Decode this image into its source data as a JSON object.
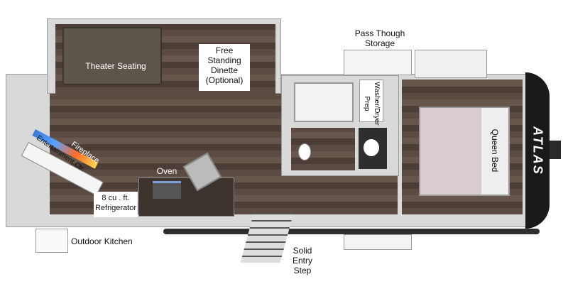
{
  "labels": {
    "pass_through_storage": "Pass Though Storage",
    "theater_seating": "Theater Seating",
    "dinette": "Free Standing Dinette (Optional)",
    "fireplace": "Fireplace",
    "entertainment_center": "Entertainment Ctr.",
    "oven": "Oven",
    "refrigerator": "8 cu . ft. Refrigerator",
    "outdoor_kitchen": "Outdoor Kitchen",
    "entry_step": "Solid Entry Step",
    "washer_dryer": "Washer/Dryer Prep",
    "queen_bed": "Queen Bed"
  },
  "logo": "ATLAS",
  "colors": {
    "floor": "#5b4b42",
    "walls": "#d9d9d9",
    "cap": "#1a1a1a"
  }
}
